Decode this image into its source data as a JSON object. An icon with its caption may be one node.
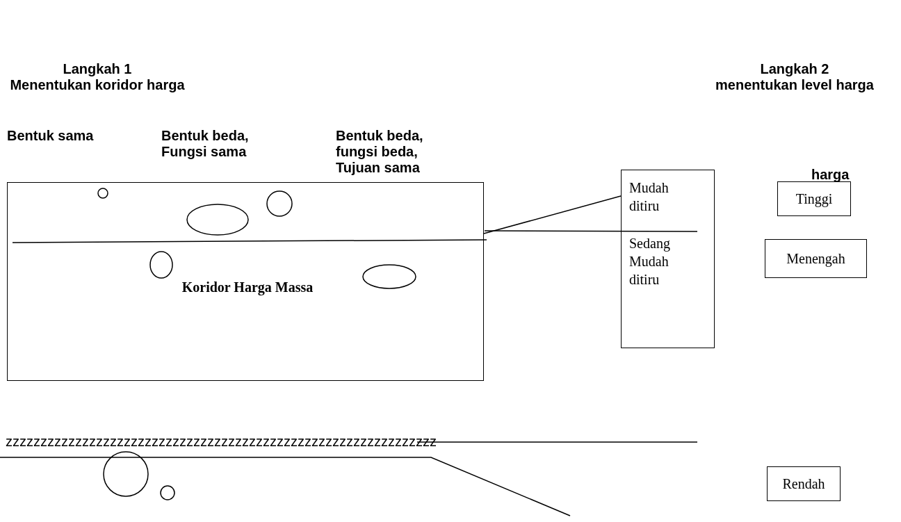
{
  "diagram": {
    "nodes": [
      {
        "text": [
          "Koridor Harga Massa"
        ]
      },
      {
        "text": [],
        "shape": "circle",
        "in": 0
      },
      {
        "text": [],
        "shape": "ellipse",
        "in": 0
      },
      {
        "text": [],
        "shape": "circle",
        "in": 0
      },
      {
        "text": [],
        "shape": "ellipse",
        "in": 0
      },
      {
        "text": [],
        "shape": "ellipse",
        "in": 0
      },
      {
        "text": [
          "Mudah ditiru",
          "Sedang Mudah ditiru"
        ]
      },
      {
        "text": [
          "Tinggi"
        ]
      },
      {
        "text": [
          "Menengah"
        ]
      },
      {
        "text": [
          "Rendah"
        ]
      },
      {
        "text": [],
        "shape": "circle"
      },
      {
        "text": [],
        "shape": "circle"
      }
    ],
    "edges": [
      {
        "from": 0,
        "to": 6,
        "arrow": "none"
      }
    ],
    "labels": [
      "Langkah 1",
      "Menentukan koridor harga",
      "Langkah 2",
      "menentukan level harga",
      "Bentuk sama",
      "Bentuk beda, Fungsi sama",
      "Bentuk beda, fungsi beda, Tujuan sama",
      "harga",
      "zzzzzzzzzzzzzzzzzzzzzzzzzzzzzzzzzzzzzzzzzzzzzzzzzzzzzzzzzzzzzz"
    ]
  }
}
